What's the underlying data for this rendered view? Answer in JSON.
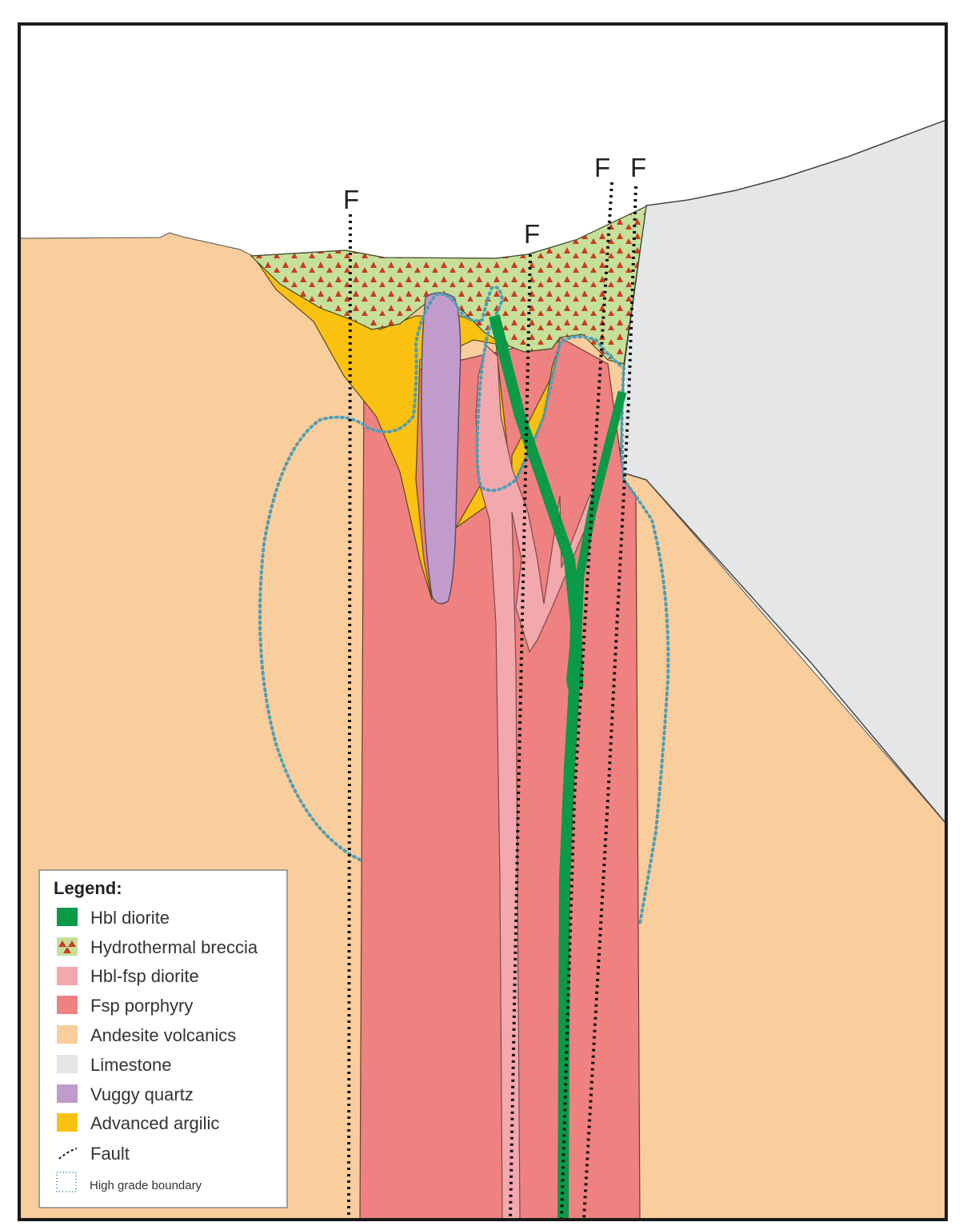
{
  "colors": {
    "hbl_diorite": "#0a9a48",
    "breccia_fill": "#c6e09a",
    "breccia_triangle": "#cc3b1e",
    "hbl_fsp_diorite": "#f3a8ad",
    "fsp_porphyry": "#ef8181",
    "andesite": "#f9cd9c",
    "limestone": "#e5e6e8",
    "vuggy_quartz": "#c19bcc",
    "advanced_argilic": "#fbc111",
    "boundary": "#4e9fb5",
    "fault": "#111111",
    "frame": "#1a1a1a"
  },
  "fault_labels": [
    "F",
    "F",
    "F",
    "F"
  ],
  "legend": {
    "title": "Legend:",
    "items": [
      {
        "label": "Hbl diorite",
        "symbol": "solid-swatch"
      },
      {
        "label": "Hydrothermal breccia",
        "symbol": "breccia-swatch"
      },
      {
        "label": "Hbl-fsp diorite",
        "symbol": "solid-swatch"
      },
      {
        "label": "Fsp porphyry",
        "symbol": "solid-swatch"
      },
      {
        "label": "Andesite volcanics",
        "symbol": "solid-swatch"
      },
      {
        "label": "Limestone",
        "symbol": "solid-swatch"
      },
      {
        "label": "Vuggy quartz",
        "symbol": "solid-swatch"
      },
      {
        "label": "Advanced argilic",
        "symbol": "solid-swatch"
      },
      {
        "label": "Fault",
        "symbol": "fault-line-icon"
      },
      {
        "label": "High grade boundary",
        "symbol": "dotted-box-icon"
      }
    ]
  }
}
